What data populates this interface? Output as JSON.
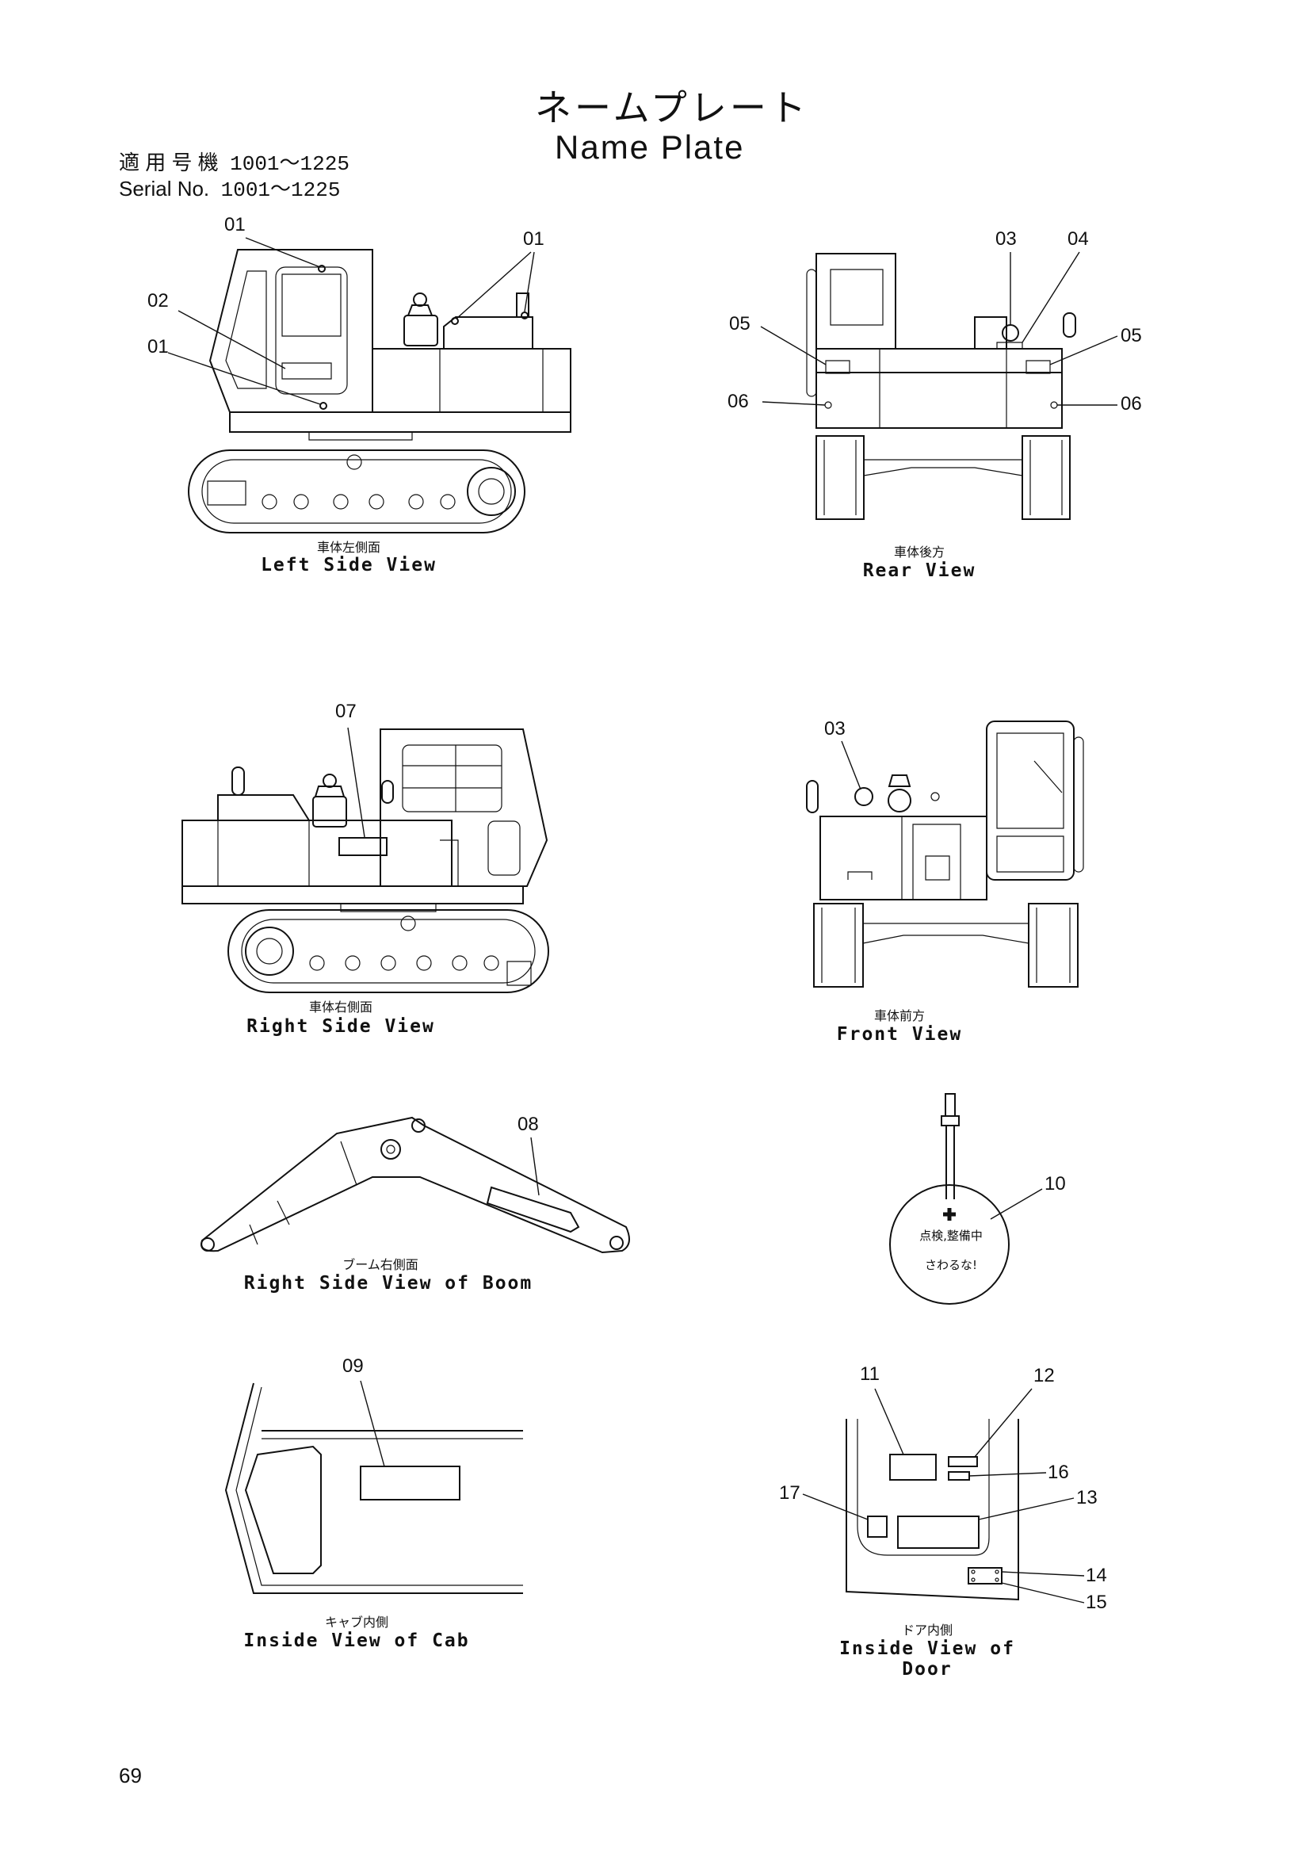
{
  "header": {
    "title_jp": "ネームプレート",
    "title_en": "Name Plate",
    "serial_label_jp": "適 用 号 機",
    "serial_value_jp": "1001～1225",
    "serial_label_en": "Serial No.",
    "serial_value_en": "1001～1225"
  },
  "views": {
    "left_side": {
      "caption_jp": "車体左側面",
      "caption_en": "Left Side View",
      "callouts": {
        "c01a": "01",
        "c01b": "01",
        "c01c": "01",
        "c02": "02"
      }
    },
    "rear": {
      "caption_jp": "車体後方",
      "caption_en": "Rear View",
      "callouts": {
        "c03": "03",
        "c04": "04",
        "c05l": "05",
        "c05r": "05",
        "c06l": "06",
        "c06r": "06"
      }
    },
    "right_side": {
      "caption_jp": "車体右側面",
      "caption_en": "Right Side View",
      "callouts": {
        "c07": "07"
      }
    },
    "front": {
      "caption_jp": "車体前方",
      "caption_en": "Front View",
      "callouts": {
        "c03": "03"
      }
    },
    "boom": {
      "caption_jp": "ブーム右側面",
      "caption_en": "Right Side View of Boom",
      "callouts": {
        "c08": "08"
      }
    },
    "tag": {
      "callouts": {
        "c10": "10"
      },
      "line1": "点検,整備中",
      "line2": "さわるな!"
    },
    "cab": {
      "caption_jp": "キャブ内側",
      "caption_en": "Inside View of Cab",
      "callouts": {
        "c09": "09"
      }
    },
    "door": {
      "caption_jp": "ドア内側",
      "caption_en": "Inside View of Door",
      "callouts": {
        "c11": "11",
        "c12": "12",
        "c13": "13",
        "c14": "14",
        "c15": "15",
        "c16": "16",
        "c17": "17"
      }
    }
  },
  "footer": {
    "page_number": "69"
  }
}
